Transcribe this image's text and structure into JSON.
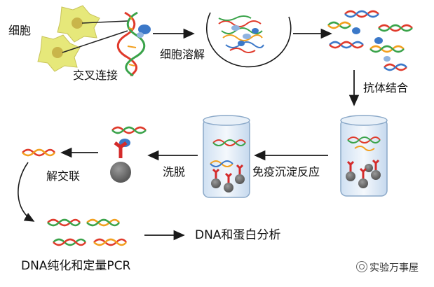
{
  "labels": {
    "cells": "细胞",
    "crosslink": "交叉连接",
    "lysis": "细胞溶解",
    "antibody_binding": "抗体结合",
    "immunoprecipitation": "免疫沉淀反应",
    "elution": "洗脱",
    "decrosslink": "解交联",
    "purification": "DNA纯化和定量PCR",
    "analysis": "DNA和蛋白分析"
  },
  "watermark": "实验万事屋",
  "colors": {
    "cell_fill": "#e6e87a",
    "cell_nucleus": "#c9b54a",
    "dna_red": "#e03a2b",
    "dna_orange": "#f2a01f",
    "dna_green": "#3aa34a",
    "dna_blue": "#3b78c8",
    "protein_blue": "#8fb3e0",
    "antibody_red": "#d42b2b",
    "bead_gray": "#6e6e6e",
    "arrow": "#1a1a1a"
  }
}
